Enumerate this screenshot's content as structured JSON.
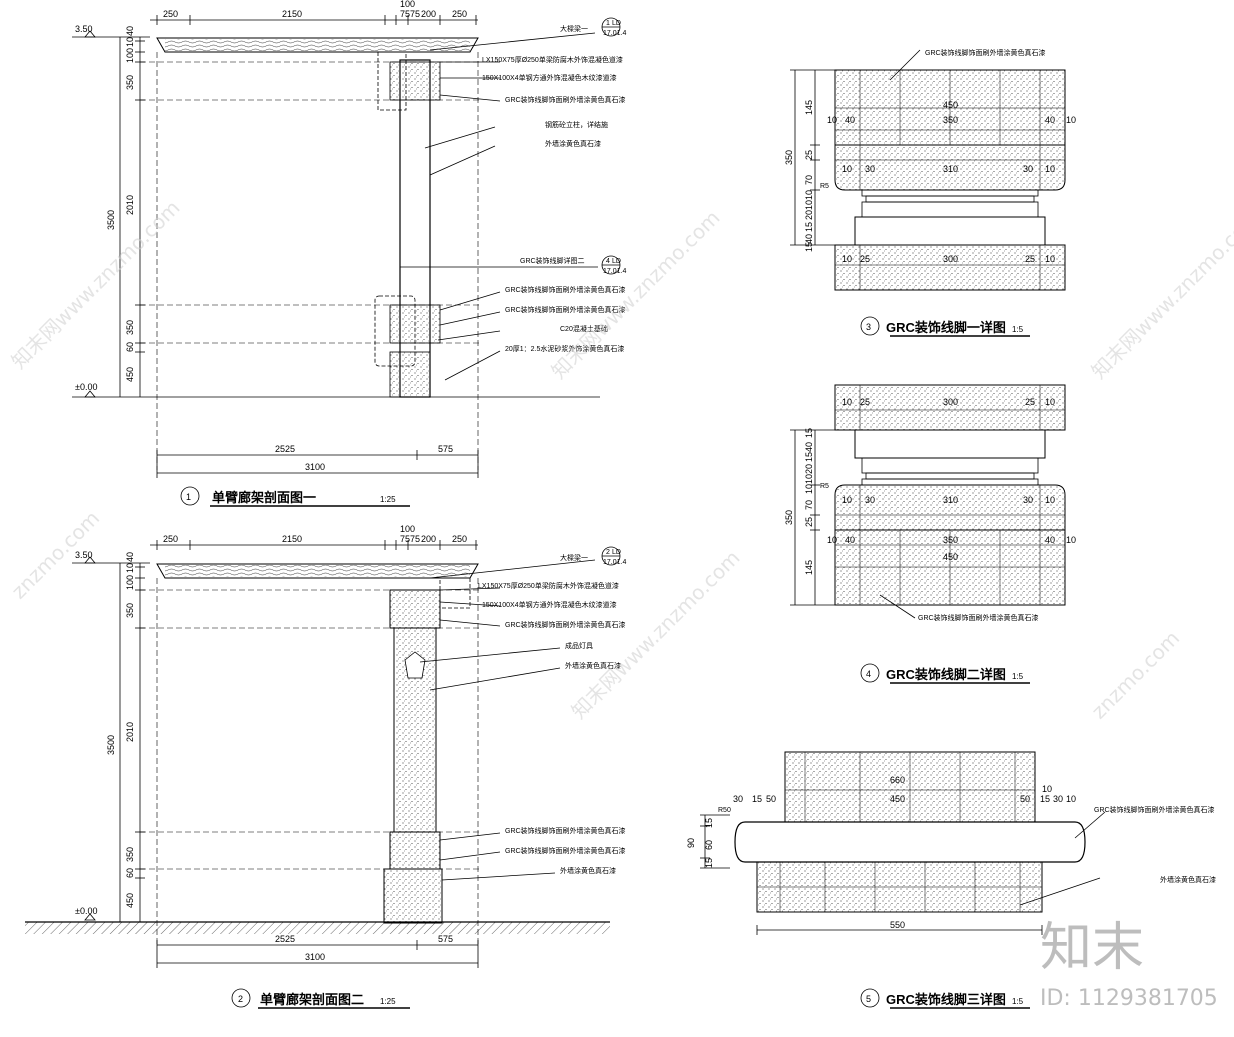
{
  "levels": {
    "top": "3.50",
    "ground": "±0.00"
  },
  "section1": {
    "top_dims": [
      "250",
      "2150",
      "75",
      "75",
      "200",
      "250",
      "100"
    ],
    "left_dims": [
      "10",
      "40",
      "100",
      "350",
      "2010",
      "350",
      "60",
      "450"
    ],
    "total_height": "3500",
    "bottom_dims": [
      "2525",
      "575"
    ],
    "total_width": "3100",
    "callouts": [
      "大樑梁一",
      "1",
      "LD",
      "17.01.4",
      "GRC装饰线脚详图二",
      "4",
      "LD",
      "17.01.4"
    ],
    "notes": [
      "LX150X75厚Ø250单梁防腐木外饰混凝色道漆",
      "150X100X4单钢方通外饰混凝色木纹漆道漆",
      "GRC装饰线脚饰面刷外墙涂黄色真石漆",
      "钢筋砼立柱，详结施",
      "外墙涂黄色真石漆",
      "GRC装饰线脚饰面刷外墙涂黄色真石漆",
      "GRC装饰线脚饰面刷外墙涂黄色真石漆",
      "C20混凝土基础",
      "20厚1：2.5水泥砂浆外饰涂黄色真石漆"
    ],
    "num": "1",
    "title": "单臂廊架剖面图一",
    "scale": "1:25"
  },
  "section2": {
    "top_dims": [
      "250",
      "2150",
      "75",
      "75",
      "200",
      "250",
      "100"
    ],
    "left_dims": [
      "10",
      "40",
      "100",
      "350",
      "2010",
      "350",
      "60",
      "450"
    ],
    "total_height": "3500",
    "bottom_dims": [
      "2525",
      "575"
    ],
    "total_width": "3100",
    "callouts": [
      "大樑梁一",
      "2",
      "LD",
      "17.01.4"
    ],
    "notes": [
      "LX150X75厚Ø250单梁防腐木外饰混凝色道漆",
      "150X100X4单钢方通外饰混凝色木纹漆道漆",
      "GRC装饰线脚饰面刷外墙涂黄色真石漆",
      "成品灯具",
      "外墙涂黄色真石漆",
      "GRC装饰线脚饰面刷外墙涂黄色真石漆",
      "GRC装饰线脚饰面刷外墙涂黄色真石漆",
      "外墙涂黄色真石漆"
    ],
    "num": "2",
    "title": "单臂廊架剖面图二",
    "scale": "1:25"
  },
  "detail3": {
    "note": "GRC装饰线脚饰面刷外墙涂黄色真石漆",
    "widths": [
      "450",
      "350",
      "310",
      "300"
    ],
    "side_dims": [
      "10",
      "40",
      "40",
      "10",
      "10",
      "30",
      "30",
      "10",
      "10",
      "25",
      "25",
      "10",
      "R5"
    ],
    "left_dims": [
      "145",
      "25",
      "70",
      "10",
      "10",
      "20",
      "15",
      "40",
      "15"
    ],
    "total_height": "350",
    "num": "3",
    "title": "GRC装饰线脚一详图",
    "scale": "1:5"
  },
  "detail4": {
    "note": "GRC装饰线脚饰面刷外墙涂黄色真石漆",
    "widths": [
      "300",
      "310",
      "350",
      "450"
    ],
    "side_dims": [
      "10",
      "25",
      "25",
      "10",
      "10",
      "30",
      "30",
      "10",
      "10",
      "40",
      "40",
      "10",
      "R5"
    ],
    "left_dims": [
      "15",
      "40",
      "15",
      "20",
      "10",
      "10",
      "70",
      "25",
      "145"
    ],
    "total_height": "350",
    "num": "4",
    "title": "GRC装饰线脚二详图",
    "scale": "1:5"
  },
  "detail5": {
    "notes": [
      "GRC装饰线脚饰面刷外墙涂黄色真石漆",
      "外墙涂黄色真石漆"
    ],
    "widths": [
      "660",
      "450",
      "550"
    ],
    "side_dims": [
      "30",
      "15",
      "50",
      "50",
      "15",
      "30",
      "10",
      "10",
      "R50"
    ],
    "left_dims": [
      "15",
      "60",
      "15"
    ],
    "total_height": "90",
    "num": "5",
    "title": "GRC装饰线脚三详图",
    "scale": "1:5"
  },
  "watermarks": [
    "知末网www.znzmo.com",
    "znzmo.com"
  ],
  "brand": {
    "logo": "知末",
    "id": "ID: 1129381705"
  }
}
